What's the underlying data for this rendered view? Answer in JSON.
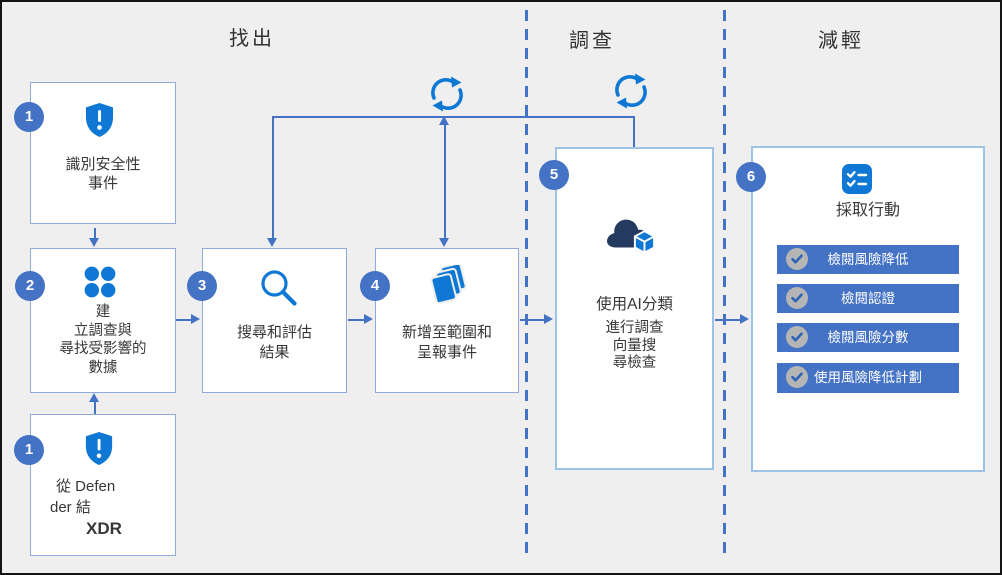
{
  "colors": {
    "background": "#efefef",
    "line_blue": "#4472c4",
    "icon_blue": "#0e78d4",
    "cloud_navy": "#243a5e",
    "button_blue": "#4472c4",
    "badge_blue": "#4472c4",
    "box_border": "#8faadc",
    "panel_border": "#9dc3e6"
  },
  "icons": {
    "step1": "shield-alert-icon",
    "step2": "dots-grid-icon",
    "step3": "search-icon",
    "step4": "layers-icon",
    "step5": "cloud-cube-icon",
    "step6": "checklist-icon",
    "loop": "sync-arrows-icon",
    "button_check": "check-circle-icon"
  },
  "headers": {
    "find": "找出",
    "investigate": "調查",
    "mitigate": "減輕"
  },
  "steps": {
    "identify": {
      "badge": "1",
      "lines": [
        "識別安全性",
        "事件"
      ]
    },
    "create": {
      "badge": "2",
      "lines": [
        "建",
        "立調查與",
        "尋找受影響的",
        "數據"
      ]
    },
    "search": {
      "badge": "3",
      "lines": [
        "搜尋和評估",
        "結果"
      ]
    },
    "scope": {
      "badge": "4",
      "lines": [
        "新增至範圍和",
        "呈報事件"
      ]
    },
    "defender": {
      "badge": "1",
      "lines": [
        "從 Defen",
        "der 結"
      ],
      "bold": "XDR"
    },
    "ai": {
      "badge": "5",
      "title": "使用AI分類",
      "lines": [
        "進行調查",
        "向量搜",
        "尋檢查"
      ]
    },
    "action": {
      "badge": "6",
      "title": "採取行動",
      "buttons": [
        "檢閱風險降低",
        "檢閱認證",
        "檢閱風險分數",
        "使用風險降低計劃"
      ]
    }
  }
}
